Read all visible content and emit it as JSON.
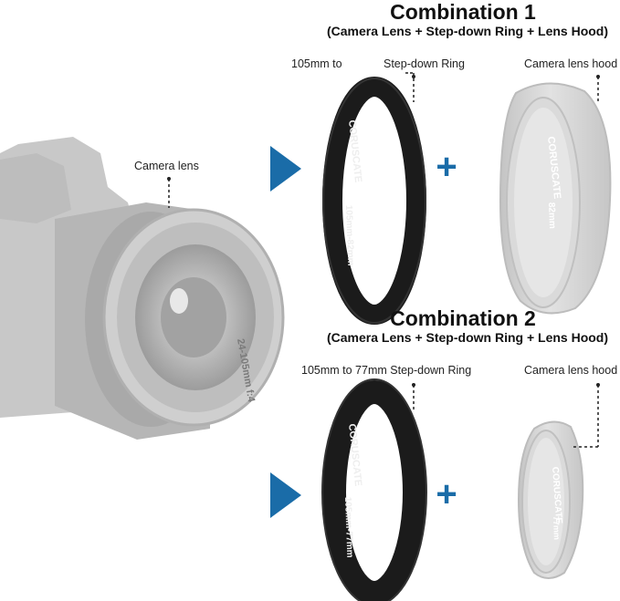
{
  "combination1": {
    "title": "Combination 1",
    "subtitle": "(Camera Lens + Step-down Ring + Lens Hood)",
    "ring_label_part1": "105mm to",
    "ring_label_part2": "Step-down Ring",
    "hood_label": "Camera lens hood",
    "ring_print": "105mm-82mm",
    "hood_print": "82mm"
  },
  "combination2": {
    "title": "Combination 2",
    "subtitle": "(Camera Lens + Step-down Ring + Lens Hood)",
    "ring_label": "105mm to 77mm Step-down Ring",
    "hood_label": "Camera lens hood",
    "ring_print": "105mm-77mm",
    "hood_print": "77mm"
  },
  "camera": {
    "lens_label": "Camera lens",
    "lens_print": "24-105mm f:4"
  },
  "brand": "CORUSCATE",
  "symbols": {
    "plus": "+",
    "arrow_icon": "play-triangle-icon"
  },
  "colors": {
    "accent_blue": "#1a6ca8",
    "ring_black": "#1b1b1b",
    "hood_gray": "#d2d2d2",
    "camera_gray": "#c7c7c7"
  }
}
